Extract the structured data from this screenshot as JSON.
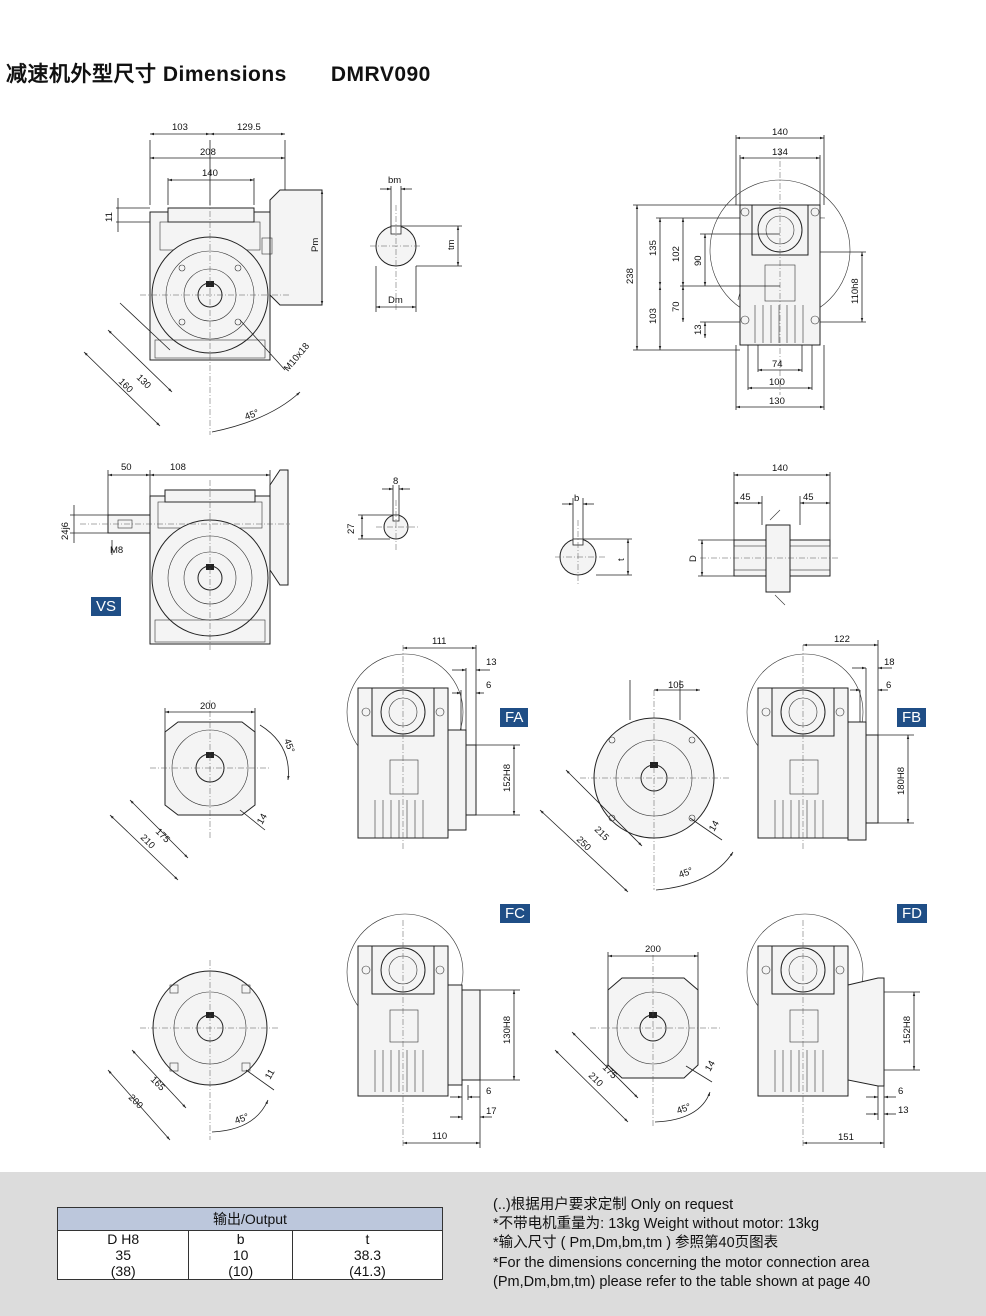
{
  "header": {
    "title": "减速机外型尺寸 Dimensions",
    "model": "DMRV090"
  },
  "tags": {
    "vs": "VS",
    "fa": "FA",
    "fb": "FB",
    "fc": "FC",
    "fd": "FD"
  },
  "dims": {
    "main_front": [
      "103",
      "129.5",
      "208",
      "140",
      "11",
      "Pm",
      "130",
      "160",
      "M10x18",
      "45°"
    ],
    "shaft_key": [
      "bm",
      "tm",
      "Dm"
    ],
    "main_side": [
      "140",
      "134",
      "238",
      "135",
      "102",
      "90",
      "103",
      "70",
      "13",
      "110h8",
      "74",
      "100",
      "130"
    ],
    "vs_view": [
      "50",
      "108",
      "24j6",
      "M8"
    ],
    "vs_key": [
      "8",
      "27"
    ],
    "hollow_key": [
      "b",
      "t"
    ],
    "hollow_section": [
      "140",
      "45",
      "45",
      "D"
    ],
    "flange_round_a": [
      "200",
      "45°",
      "175",
      "210",
      "14"
    ],
    "fa_view": [
      "111",
      "13",
      "6",
      "152H8"
    ],
    "flange_round_b": [
      "105",
      "215",
      "250",
      "14",
      "45°"
    ],
    "fb_view": [
      "122",
      "18",
      "6",
      "180H8"
    ],
    "flange_round_c": [
      "165",
      "200",
      "11",
      "45°"
    ],
    "fc_view": [
      "130H8",
      "6",
      "17",
      "110"
    ],
    "flange_round_d": [
      "200",
      "175",
      "210",
      "14",
      "45°"
    ],
    "fd_view": [
      "152H8",
      "6",
      "13",
      "151"
    ]
  },
  "output_table": {
    "caption": "输出/Output",
    "headers": [
      "D   H8",
      "b",
      "t"
    ],
    "rows": [
      [
        "35",
        "10",
        "38.3"
      ],
      [
        "(38)",
        "(10)",
        "(41.3)"
      ]
    ]
  },
  "notes": [
    "(..)根据用户要求定制   Only on request",
    "*不带电机重量为: 13kg   Weight without motor: 13kg",
    "*输入尺寸 ( Pm,Dm,bm,tm ) 参照第40页图表",
    "*For the dimensions concerning the motor connection area",
    "(Pm,Dm,bm,tm) please refer to the table shown at page 40"
  ]
}
